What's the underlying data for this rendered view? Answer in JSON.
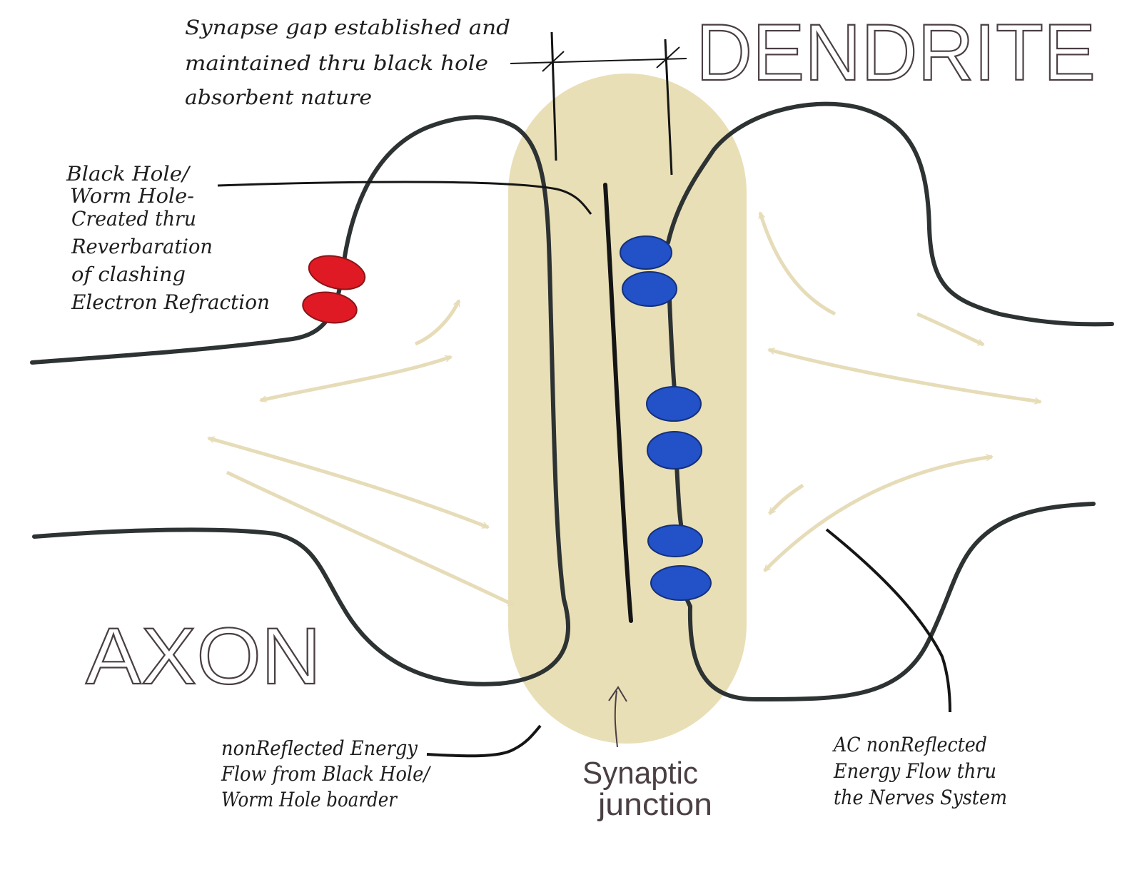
{
  "labels": {
    "dendrite": "DENDRITE",
    "axon": "AXON",
    "synapse_gap": [
      "Synapse gap established and",
      "maintained thru black hole",
      "absorbent nature"
    ],
    "black_hole": [
      "Black Hole/",
      "Worm Hole-",
      "Created thru",
      "Reverbaration",
      "of clashing",
      "Electron Refraction"
    ],
    "nonreflected_energy": [
      "nonReflected Energy",
      "Flow from Black Hole/",
      "Worm Hole boarder"
    ],
    "synaptic_junction": [
      "Synaptic",
      "junction"
    ],
    "ac_energy": [
      "AC nonReflected",
      "Energy Flow thru",
      "the Nerves System"
    ]
  },
  "colors": {
    "zone_fill": "#e9dfb6",
    "arrow": "#e6dcb8",
    "outline": "#2d3233",
    "dot_red": "#e01a24",
    "dot_blue": "#2251c8",
    "ink": "#1e1e1e",
    "pen": "#4a3f45"
  }
}
